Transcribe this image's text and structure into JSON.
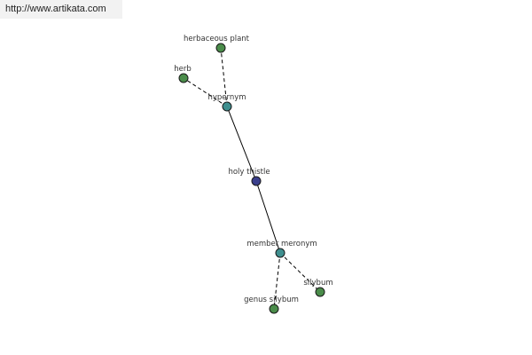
{
  "site_url": "http://www.artikata.com",
  "graph": {
    "nodes": [
      {
        "id": "herbaceous_plant",
        "label": "herbaceous plant",
        "color": "#4a8c4a"
      },
      {
        "id": "herb",
        "label": "herb",
        "color": "#4a8c4a"
      },
      {
        "id": "hypernym",
        "label": "hypernym",
        "color": "#3f8f8f"
      },
      {
        "id": "holy_thistle",
        "label": "holy thistle",
        "color": "#3b3f8c"
      },
      {
        "id": "member_meronym",
        "label": "member meronym",
        "color": "#3f8f8f"
      },
      {
        "id": "silybum",
        "label": "silybum",
        "color": "#4a8c4a"
      },
      {
        "id": "genus_silybum",
        "label": "genus silybum",
        "color": "#4a8c4a"
      }
    ],
    "edges": [
      {
        "from": "holy_thistle",
        "to": "hypernym",
        "style": "solid"
      },
      {
        "from": "holy_thistle",
        "to": "member_meronym",
        "style": "solid"
      },
      {
        "from": "hypernym",
        "to": "herbaceous_plant",
        "style": "dashed"
      },
      {
        "from": "hypernym",
        "to": "herb",
        "style": "dashed"
      },
      {
        "from": "member_meronym",
        "to": "silybum",
        "style": "dashed"
      },
      {
        "from": "member_meronym",
        "to": "genus_silybum",
        "style": "dashed"
      }
    ]
  }
}
